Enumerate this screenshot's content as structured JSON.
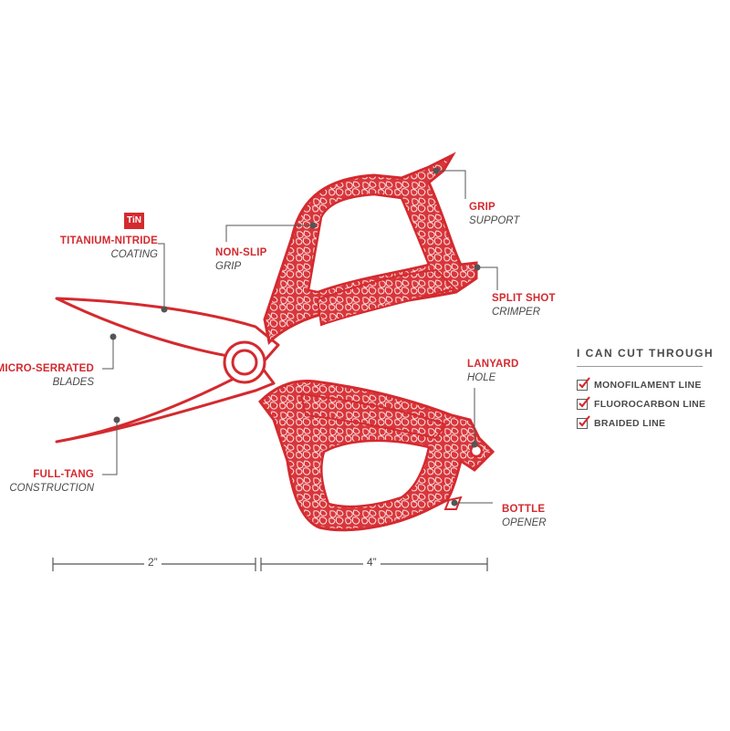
{
  "colors": {
    "accent": "#d42a2f",
    "text": "#4a4a4a",
    "lines": "#555555"
  },
  "badge": {
    "text": "TiN"
  },
  "callouts": {
    "coating": {
      "line1": "TITANIUM-NITRIDE",
      "line2": "COATING"
    },
    "blades": {
      "line1": "MICRO-SERRATED",
      "line2": "BLADES"
    },
    "tang": {
      "line1": "FULL-TANG",
      "line2": "CONSTRUCTION"
    },
    "nonslip": {
      "line1": "NON-SLIP",
      "line2": "GRIP"
    },
    "grip_support": {
      "line1": "GRIP",
      "line2": "SUPPORT"
    },
    "crimper": {
      "line1": "SPLIT SHOT",
      "line2": "CRIMPER"
    },
    "lanyard": {
      "line1": "LANYARD",
      "line2": "HOLE"
    },
    "bottle": {
      "line1": "BOTTLE",
      "line2": "OPENER"
    }
  },
  "dimensions": {
    "blade_length": "2”",
    "handle_length": "4”"
  },
  "cut_through": {
    "title": "I CAN CUT THROUGH",
    "items": [
      "MONOFILAMENT LINE",
      "FLUOROCARBON LINE",
      "BRAIDED LINE"
    ]
  }
}
